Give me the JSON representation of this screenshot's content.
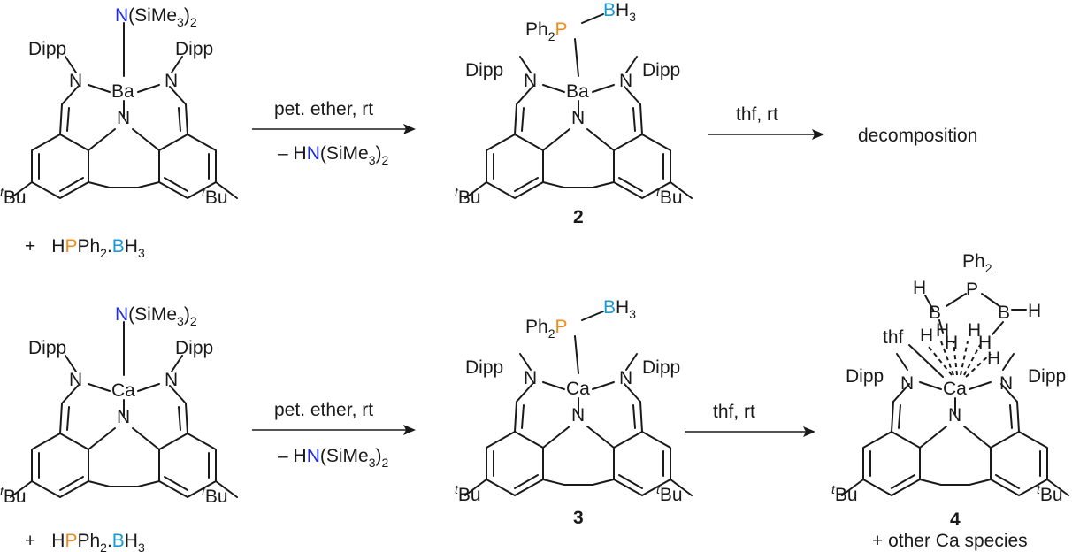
{
  "colors": {
    "N": "#1f2fd8",
    "P": "#f08c1e",
    "B": "#1a9ad6",
    "C": "#1a1a1a"
  },
  "ligand": {
    "amide_N": "N",
    "amide_sub": "(SiMe",
    "amide_sub_3": "3",
    "amide_sub_close": ")",
    "amide_sub_2": "2",
    "dipp": "Dipp",
    "imine_N": "N",
    "pyrrole_N": "N",
    "tbu_t": "t",
    "tbu": "Bu"
  },
  "metals": {
    "ba": "Ba",
    "ca": "Ca"
  },
  "reagent": {
    "plus": "+",
    "h": "H",
    "p": "P",
    "ph": "Ph",
    "ph_sub": "2",
    "dot": ".",
    "b": "B",
    "h3": "H",
    "h3_sub": "3"
  },
  "step1": {
    "conditions_top": "pet. ether, rt",
    "conditions_bottom_dash": "– H",
    "conditions_bottom_N": "N",
    "conditions_bottom_rest": "(SiMe",
    "sub3": "3",
    "close": ")",
    "sub2": "2"
  },
  "step2": {
    "conditions_top": "thf, rt"
  },
  "phosphine": {
    "ph": "Ph",
    "ph_sub": "2",
    "p": "P",
    "b": "B",
    "h": "H",
    "h_sub": "3"
  },
  "compounds": {
    "c2": "2",
    "c3": "3",
    "c4": "4"
  },
  "products": {
    "decomposition": "decomposition",
    "other": "+ other Ca species"
  },
  "c4": {
    "h": "H",
    "b": "B",
    "p": "P",
    "ph": "Ph",
    "ph_sub": "2",
    "thf": "thf"
  }
}
